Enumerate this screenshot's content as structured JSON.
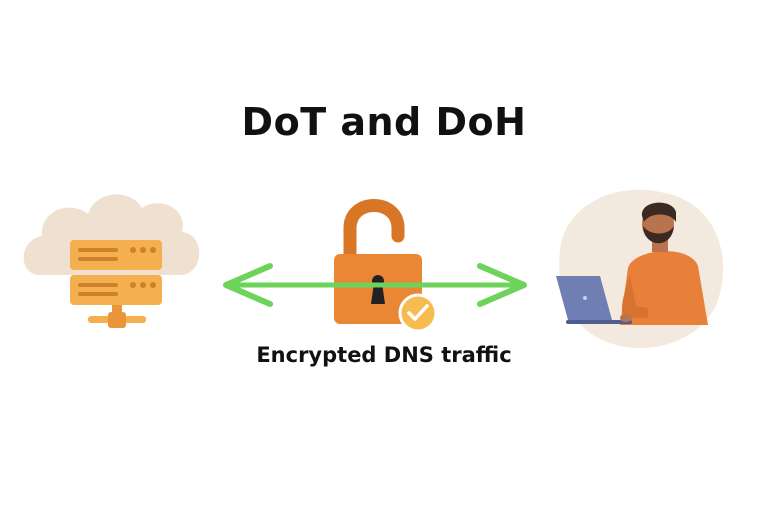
{
  "diagram": {
    "title": "DoT and DoH",
    "caption": "Encrypted DNS traffic"
  },
  "nodes": [
    {
      "id": "server",
      "icon": "cloud-server-icon"
    },
    {
      "id": "lock",
      "icon": "open-padlock-check-icon"
    },
    {
      "id": "user",
      "icon": "person-laptop-icon"
    }
  ],
  "edges": [
    {
      "from": "server",
      "to": "user",
      "direction": "bidirectional",
      "color": "#6dd35a"
    }
  ],
  "colors": {
    "cloud": "#efe0cf",
    "server": "#f4b04e",
    "server_dark": "#e9963a",
    "server_slot": "#d07f2c",
    "lock": "#e98735",
    "lock_shackle": "#d97625",
    "check_badge": "#f6bc52",
    "arrow": "#6dd35a",
    "user_blob": "#f4e9de",
    "shirt": "#e8803a",
    "skin": "#b8744f",
    "beard": "#3c2a22",
    "laptop": "#6f7fb3"
  }
}
